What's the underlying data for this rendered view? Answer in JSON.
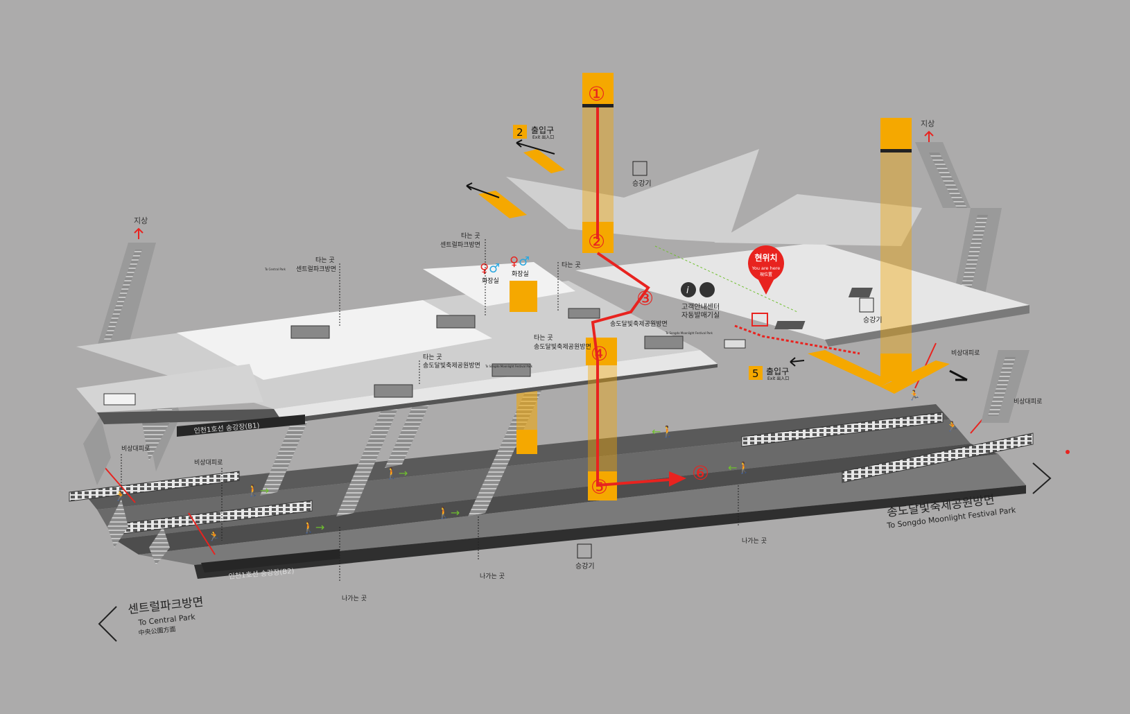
{
  "exits": {
    "exit2": {
      "num": "2",
      "label": "출입구",
      "sub": "Exit 出入口"
    },
    "exit5": {
      "num": "5",
      "label": "출입구",
      "sub": "Exit 出入口"
    }
  },
  "ground": {
    "left": "지상",
    "right": "지상"
  },
  "route_steps": [
    "①",
    "②",
    "③",
    "④",
    "⑤",
    "⑥"
  ],
  "you_are_here": {
    "ko": "현위치",
    "en": "You are here",
    "zh": "現位置"
  },
  "elevator_label": "승강기",
  "restroom_label": "화장실",
  "customer_center": {
    "line1": "고객안내센터",
    "line2": "자동발매기실"
  },
  "labels": {
    "board_central": "타는 곳",
    "central_dir": "센트럴파크방면",
    "to_central_small": "To Central Park",
    "board_songdo": "타는 곳",
    "songdo_dir": "송도달빛축제공원방면",
    "board_songdo_sub": "To Songdo Moonlight Festival Park",
    "emergency": "비상대피로",
    "exit_way": "나가는 곳",
    "platform_b1": "인천1호선 송강장(B1)",
    "platform_b2": "인천1호선 송강장(B2)"
  },
  "directions": {
    "left": {
      "ko": "센트럴파크방면",
      "en": "To Central Park",
      "zh": "中央公園方面"
    },
    "right": {
      "ko": "송도달빛축제공원방면",
      "en": "To Songdo Moonlight Festival Park"
    }
  },
  "colors": {
    "background": "#acabab",
    "route": "#e8231f",
    "elevator": "#f5a800",
    "floor": "#dcdcdc",
    "track": "#3a3a3a",
    "icon_green": "#6fbf2f"
  }
}
